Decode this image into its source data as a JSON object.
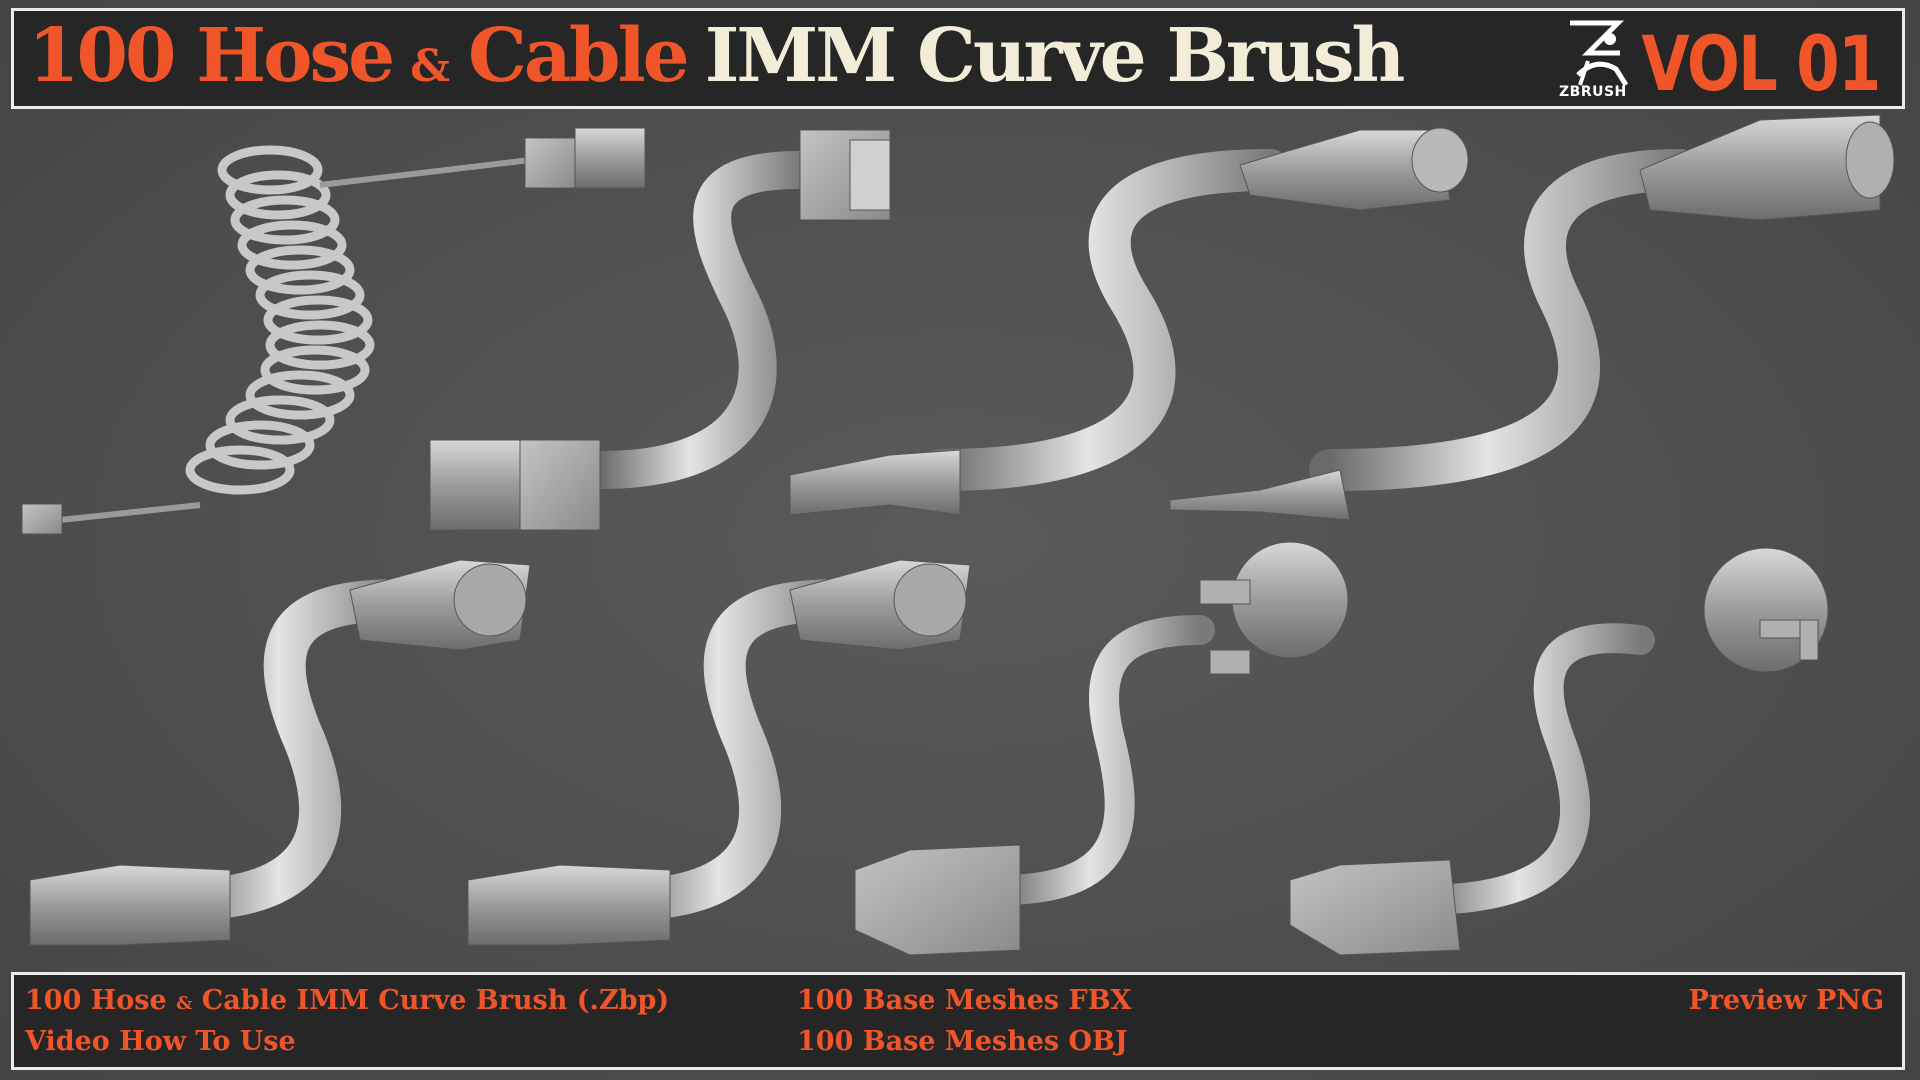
{
  "header": {
    "title_part1": "100 Hose",
    "amp": "&",
    "title_part2": "Cable",
    "title_part3": "IMM Curve Brush",
    "logo_label": "ZBRUSH",
    "volume": "VOL 01"
  },
  "footer": {
    "col1_line1_a": "100 Hose",
    "col1_line1_amp": "&",
    "col1_line1_b": "Cable IMM Curve Brush (.Zbp)",
    "col1_line2": "Video How To Use",
    "col2_line1": "100 Base Meshes FBX",
    "col2_line2": "100 Base Meshes OBJ",
    "col3_line1": "Preview PNG"
  },
  "colors": {
    "accent": "#f0552a",
    "title_cream": "#f2edd8",
    "banner_bg": "#262626",
    "border": "#ececec",
    "background": "#505050"
  },
  "renders": [
    {
      "name": "coiled-usb-cable-render"
    },
    {
      "name": "rj45-cable-render"
    },
    {
      "name": "xlr-cable-render"
    },
    {
      "name": "audio-jack-cable-render"
    },
    {
      "name": "multipin-connector-cable-render-1"
    },
    {
      "name": "multipin-connector-cable-render-2"
    },
    {
      "name": "power-plug-cable-render-1"
    },
    {
      "name": "power-plug-cable-render-2"
    }
  ]
}
